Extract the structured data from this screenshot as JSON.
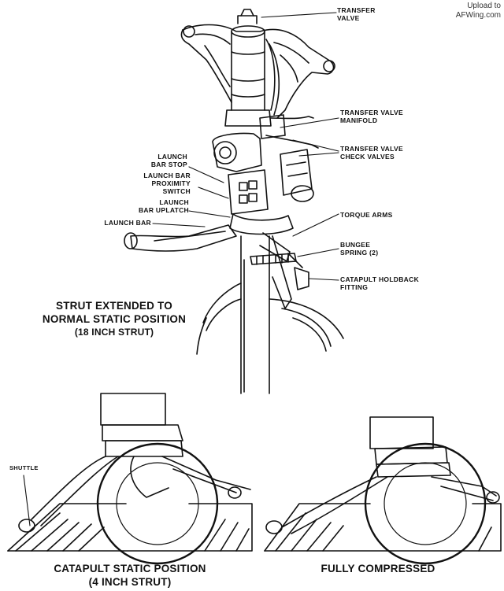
{
  "watermark": {
    "line1": "Upload to",
    "line2": "AFWing.com"
  },
  "callouts": {
    "transfer_valve": [
      "TRANSFER",
      "VALVE"
    ],
    "transfer_valve_manifold": [
      "TRANSFER VALVE",
      "MANIFOLD"
    ],
    "transfer_valve_check_valves": [
      "TRANSFER VALVE",
      "CHECK VALVES"
    ],
    "launch_bar_stop": [
      "LAUNCH",
      "BAR STOP"
    ],
    "launch_bar_proximity_switch": [
      "LAUNCH BAR",
      "PROXIMITY",
      "SWITCH"
    ],
    "launch_bar_uplatch": [
      "LAUNCH",
      "BAR UPLATCH"
    ],
    "launch_bar": [
      "LAUNCH BAR"
    ],
    "torque_arms": [
      "TORQUE ARMS"
    ],
    "bungee_spring": [
      "BUNGEE",
      "SPRING (2)"
    ],
    "catapult_holdback_fitting": [
      "CATAPULT HOLDBACK",
      "FITTING"
    ],
    "shuttle": [
      "SHUTTLE"
    ]
  },
  "captions": {
    "top": [
      "STRUT EXTENDED TO",
      "NORMAL STATIC POSITION",
      "(18 INCH STRUT)"
    ],
    "bottom_left": [
      "CATAPULT STATIC POSITION",
      "(4 INCH STRUT)"
    ],
    "bottom_right": [
      "FULLY COMPRESSED"
    ]
  }
}
